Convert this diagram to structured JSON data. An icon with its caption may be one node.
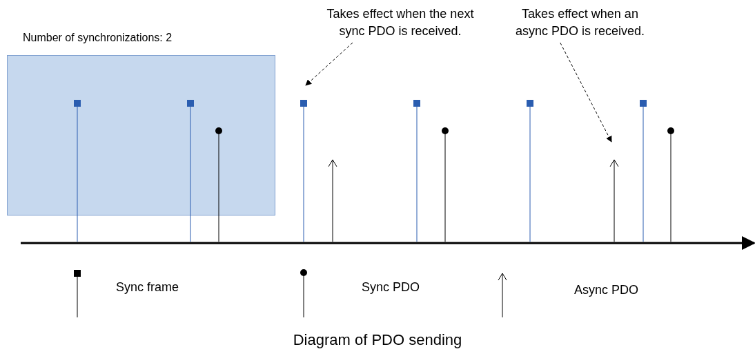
{
  "diagram": {
    "caption": "Diagram of PDO sending",
    "nodes": [
      {
        "text": [
          "Takes effect when the next sync PDO is received."
        ]
      },
      {
        "text": [
          "Takes effect when an async PDO is received."
        ]
      },
      {
        "text": [
          "Number of synchronizations: 2"
        ]
      }
    ],
    "edges": [
      {
        "from": 0,
        "to": null,
        "arrow": "to",
        "style": "dashed"
      },
      {
        "from": 1,
        "to": null,
        "arrow": "to",
        "style": "dashed"
      }
    ],
    "legend": [
      {
        "text": "Sync frame"
      },
      {
        "text": "Sync PDO"
      },
      {
        "text": "Async PDO"
      }
    ]
  }
}
